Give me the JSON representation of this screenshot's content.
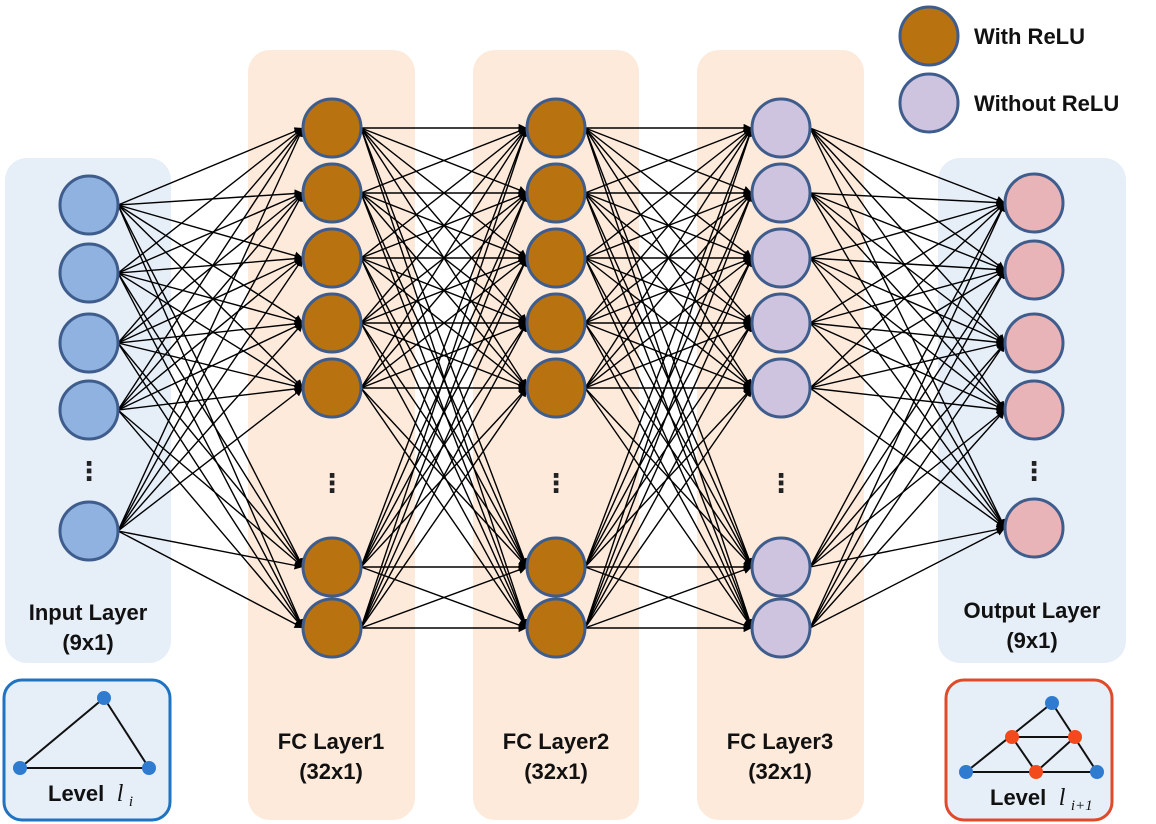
{
  "colors": {
    "with_relu": "#b8720f",
    "without_relu": "#cfc4df",
    "input_node": "#8fb2e0",
    "output_node": "#e8b4b8",
    "node_stroke": "#3f5d8c",
    "input_panel": "#e6eef8",
    "fc_panel": "#fdeadb",
    "output_panel": "#e6eef8",
    "level_in_border": "#1f73c0",
    "level_out_border": "#e0492a",
    "graph_blue": "#2e7bd0",
    "graph_red": "#f24a1a"
  },
  "legend": {
    "with_relu": "With ReLU",
    "without_relu": "Without ReLU"
  },
  "layers": {
    "input": {
      "name": "Input Layer",
      "size": "(9x1)",
      "nodes": 5
    },
    "fc1": {
      "name": "FC Layer1",
      "size": "(32x1)",
      "nodes": 7,
      "activation": "with_relu"
    },
    "fc2": {
      "name": "FC Layer2",
      "size": "(32x1)",
      "nodes": 7,
      "activation": "with_relu"
    },
    "fc3": {
      "name": "FC Layer3",
      "size": "(32x1)",
      "nodes": 7,
      "activation": "without_relu"
    },
    "output": {
      "name": "Output Layer",
      "size": "(9x1)",
      "nodes": 5
    }
  },
  "ellipsis": "⋮",
  "level_in": {
    "label": "Level",
    "symbol": "l",
    "subscript": "i"
  },
  "level_out": {
    "label": "Level",
    "symbol": "l",
    "subscript": "i+1"
  }
}
